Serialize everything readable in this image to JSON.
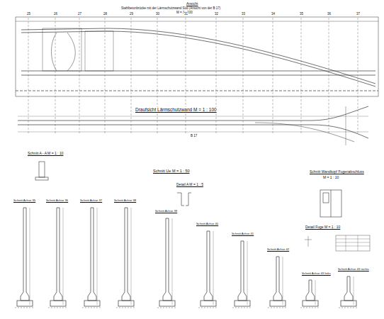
{
  "diagram": {
    "labels": [
      "Ansicht",
      "Stahlbetonbrücke mit der Lärmschutzwand Süd (Ansicht von der B 17)",
      "M = 1 : 100",
      "25",
      "26",
      "27",
      "28",
      "29",
      "30",
      "31",
      "32",
      "33",
      "34",
      "35",
      "36",
      "37",
      "Draufsicht Lärmschutzwand  M = 1 : 100",
      "B 17",
      "Schnitt A - A  M = 1 : 10",
      "Schnitt Ue  M = 1 : 50",
      "Detail A  M = 1 : 5",
      "Schnitt Wandkopf Fugenabschluss",
      "M = 1 : 10",
      "Detail Fuge  M = 1 : 10",
      "Schnitt Achse 35",
      "Schnitt Achse 36",
      "Schnitt Achse 37",
      "Schnitt Achse 38",
      "Schnitt Achse 39",
      "Schnitt Achse 40",
      "Schnitt Achse 41",
      "Schnitt Achse 42",
      "Schnitt Achse 43 links",
      "Schnitt Achse 43 rechts"
    ]
  }
}
